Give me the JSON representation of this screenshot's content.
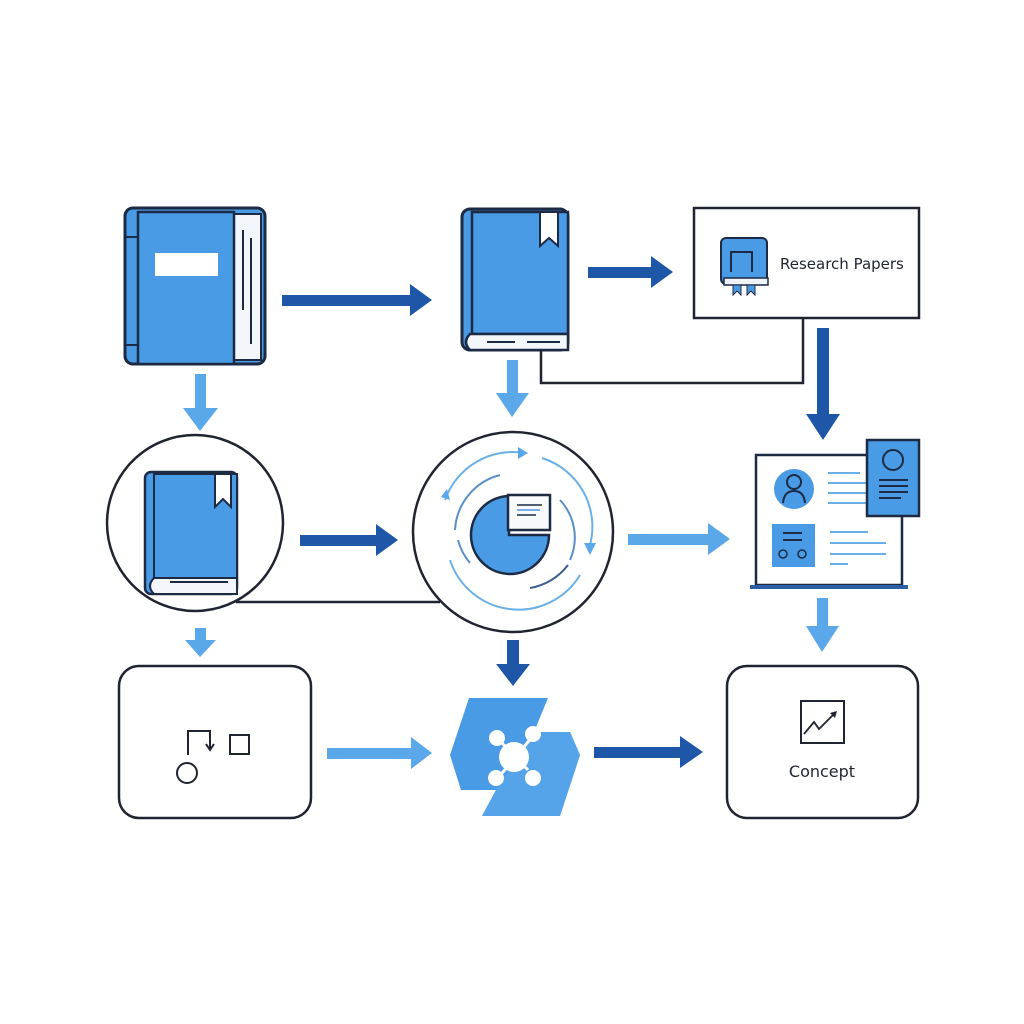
{
  "diagram": {
    "title": "",
    "colors": {
      "primary_blue": "#4a9be6",
      "dark_blue": "#1f57a8",
      "light_blue": "#5aa8ea",
      "outline": "#1c2a44",
      "line": "#1f2430"
    },
    "nodes": [
      {
        "id": "book-source",
        "kind": "book-with-pages",
        "label": ""
      },
      {
        "id": "book-bookmarked",
        "kind": "book-with-bookmark",
        "label": ""
      },
      {
        "id": "research-papers",
        "kind": "labeled-box",
        "label": "Research Papers",
        "icon": "book-icon"
      },
      {
        "id": "book-circle",
        "kind": "circled-book",
        "label": ""
      },
      {
        "id": "analysis-cycle",
        "kind": "circled-cycle",
        "label": "",
        "icon": "pie-chart-cycle-icon"
      },
      {
        "id": "profile-dashboard",
        "kind": "dashboard",
        "label": "",
        "icon": "profile-card-icon"
      },
      {
        "id": "shapes-box",
        "kind": "rounded-box",
        "label": "",
        "icon": "shapes-icon"
      },
      {
        "id": "network-hub",
        "kind": "hexagon",
        "label": "",
        "icon": "network-icon"
      },
      {
        "id": "concept",
        "kind": "rounded-box",
        "label": "Concept",
        "icon": "trend-chart-icon"
      }
    ],
    "edges": [
      {
        "from": "book-source",
        "to": "book-bookmarked",
        "style": "dark-arrow"
      },
      {
        "from": "book-bookmarked",
        "to": "research-papers",
        "style": "dark-arrow"
      },
      {
        "from": "book-source",
        "to": "book-circle",
        "style": "light-arrow"
      },
      {
        "from": "book-bookmarked",
        "to": "analysis-cycle",
        "style": "light-arrow"
      },
      {
        "from": "research-papers",
        "to": "profile-dashboard",
        "style": "dark-arrow"
      },
      {
        "from": "book-bookmarked",
        "to": "research-papers",
        "style": "connector-line"
      },
      {
        "from": "book-circle",
        "to": "analysis-cycle",
        "style": "dark-arrow"
      },
      {
        "from": "book-circle",
        "to": "analysis-cycle",
        "style": "connector-line"
      },
      {
        "from": "analysis-cycle",
        "to": "profile-dashboard",
        "style": "light-arrow"
      },
      {
        "from": "book-circle",
        "to": "shapes-box",
        "style": "light-arrow"
      },
      {
        "from": "analysis-cycle",
        "to": "network-hub",
        "style": "dark-arrow"
      },
      {
        "from": "profile-dashboard",
        "to": "concept",
        "style": "light-arrow"
      },
      {
        "from": "shapes-box",
        "to": "network-hub",
        "style": "light-arrow"
      },
      {
        "from": "network-hub",
        "to": "concept",
        "style": "dark-arrow"
      }
    ]
  }
}
